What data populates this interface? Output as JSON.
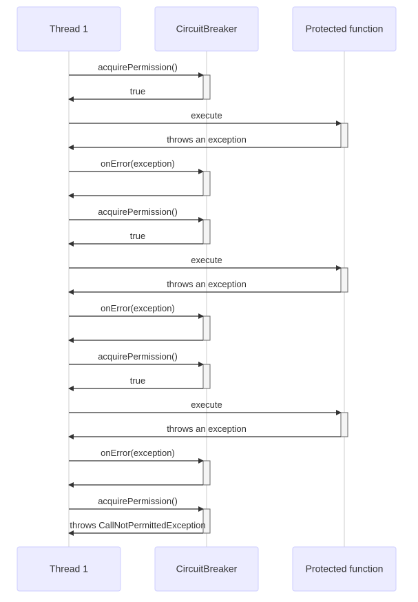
{
  "participants": [
    {
      "id": "thread",
      "label": "Thread 1"
    },
    {
      "id": "cb",
      "label": "CircuitBreaker"
    },
    {
      "id": "pf",
      "label": "Protected function"
    }
  ],
  "messages": [
    {
      "from": "thread",
      "to": "cb",
      "label": "acquirePermission()",
      "activate": true
    },
    {
      "from": "cb",
      "to": "thread",
      "label": "true"
    },
    {
      "from": "thread",
      "to": "pf",
      "label": "execute",
      "activate": true
    },
    {
      "from": "pf",
      "to": "thread",
      "label": "throws an exception"
    },
    {
      "from": "thread",
      "to": "cb",
      "label": "onError(exception)",
      "activate": true
    },
    {
      "from": "cb",
      "to": "thread",
      "label": ""
    },
    {
      "from": "thread",
      "to": "cb",
      "label": "acquirePermission()",
      "activate": true
    },
    {
      "from": "cb",
      "to": "thread",
      "label": "true"
    },
    {
      "from": "thread",
      "to": "pf",
      "label": "execute",
      "activate": true
    },
    {
      "from": "pf",
      "to": "thread",
      "label": "throws an exception"
    },
    {
      "from": "thread",
      "to": "cb",
      "label": "onError(exception)",
      "activate": true
    },
    {
      "from": "cb",
      "to": "thread",
      "label": ""
    },
    {
      "from": "thread",
      "to": "cb",
      "label": "acquirePermission()",
      "activate": true
    },
    {
      "from": "cb",
      "to": "thread",
      "label": "true"
    },
    {
      "from": "thread",
      "to": "pf",
      "label": "execute",
      "activate": true
    },
    {
      "from": "pf",
      "to": "thread",
      "label": "throws an exception"
    },
    {
      "from": "thread",
      "to": "cb",
      "label": "onError(exception)",
      "activate": true
    },
    {
      "from": "cb",
      "to": "thread",
      "label": ""
    },
    {
      "from": "thread",
      "to": "cb",
      "label": "acquirePermission()",
      "activate": true
    },
    {
      "from": "cb",
      "to": "thread",
      "label": "throws CallNotPermittedException"
    }
  ],
  "colors": {
    "actor_fill": "#ececff",
    "actor_border": "#ccccff",
    "line": "#333333",
    "lifeline": "#cccccc"
  }
}
